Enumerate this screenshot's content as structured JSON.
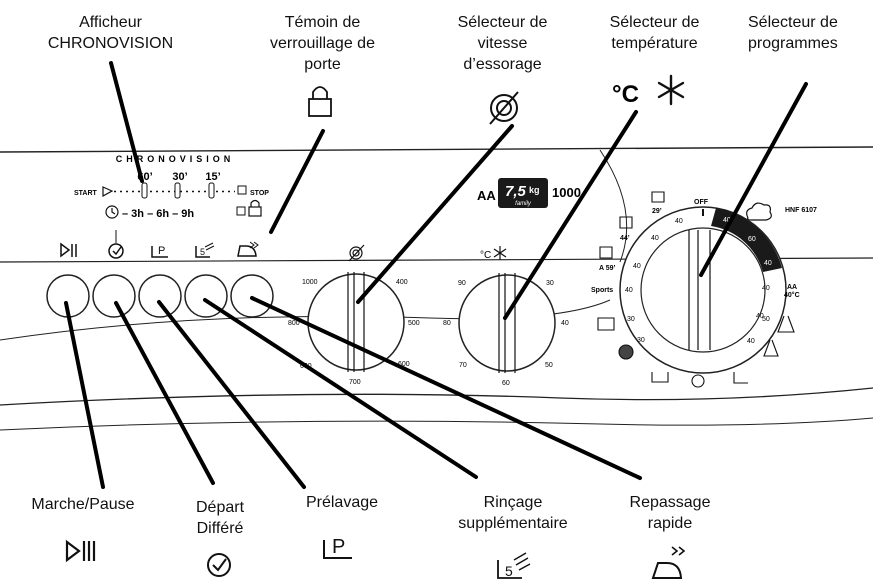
{
  "callouts_top": {
    "chronovision": [
      "Afficheur",
      "CHRONOVISION"
    ],
    "door_lock": [
      "Témoin de",
      "verrouillage de",
      "porte"
    ],
    "spin": [
      "Sélecteur de",
      "vitesse",
      "d’essorage"
    ],
    "temp": [
      "Sélecteur de",
      "température"
    ],
    "temp_unit": "°C",
    "programs": [
      "Sélecteur de",
      "programmes"
    ]
  },
  "callouts_bottom": {
    "start_pause": "Marche/Pause",
    "delay": [
      "Départ",
      "Différé"
    ],
    "prewash": "Prélavage",
    "rinse": [
      "Rinçage",
      "supplémentaire"
    ],
    "iron": [
      "Repassage",
      "rapide"
    ]
  },
  "panel": {
    "chrono_title": "CHRONOVISION",
    "chrono_times": [
      "60’",
      "30’",
      "15’"
    ],
    "chrono_start": "START",
    "chrono_stop": "STOP",
    "chrono_delays": "– 3h – 6h – 9h",
    "badge_prefix": "AA",
    "badge_kg": "7,5",
    "badge_kg_unit": "kg",
    "badge_family": "family",
    "badge_speed": "1000",
    "model": "HNF 6107",
    "off": "OFF",
    "temp_unit": "°C",
    "spin_ticks": [
      "1000",
      "800",
      "600",
      "400",
      "500",
      "600",
      "700"
    ],
    "temp_ticks": [
      "90",
      "80",
      "70",
      "30",
      "40",
      "50",
      "60"
    ],
    "prog_ticks": [
      "40",
      "40",
      "40",
      "40",
      "30",
      "30",
      "40",
      "40",
      "50",
      "40",
      "40",
      "60",
      "40"
    ],
    "prog_labels": [
      "29’",
      "44’",
      "A 59’",
      "Sports",
      "AA",
      "40°C"
    ]
  }
}
